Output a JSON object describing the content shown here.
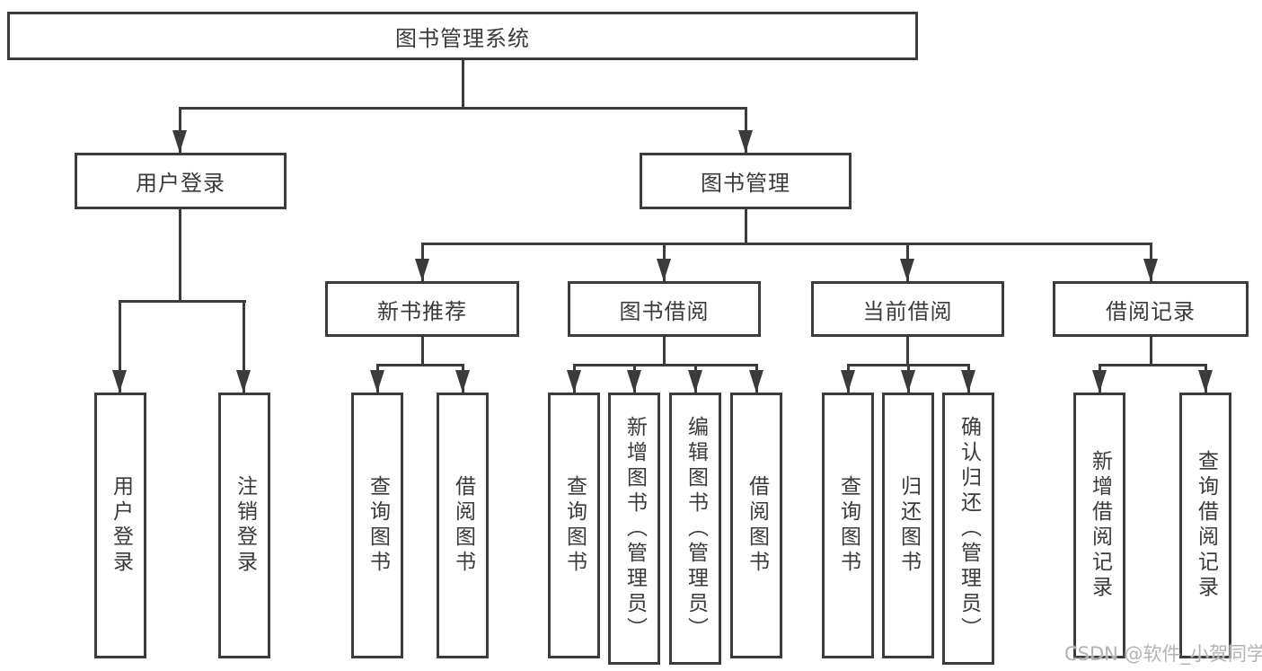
{
  "colors": {
    "line": "#3b3b3b",
    "text": "#3a3a3a",
    "watermark": "#b3b3b3",
    "background": "#ffffff"
  },
  "watermark": "CSDN @软件_小贺同学",
  "tree": {
    "root": {
      "label": "图书管理系统"
    },
    "branches": [
      {
        "label": "用户登录",
        "leaves": [
          {
            "label": "用户登录"
          },
          {
            "label": "注销登录"
          }
        ]
      },
      {
        "label": "图书管理",
        "sections": [
          {
            "label": "新书推荐",
            "leaves": [
              {
                "label": "查询图书"
              },
              {
                "label": "借阅图书"
              }
            ]
          },
          {
            "label": "图书借阅",
            "leaves": [
              {
                "label": "查询图书"
              },
              {
                "label": "新增图书（管理员）"
              },
              {
                "label": "编辑图书（管理员）"
              },
              {
                "label": "借阅图书"
              }
            ]
          },
          {
            "label": "当前借阅",
            "leaves": [
              {
                "label": "查询图书"
              },
              {
                "label": "归还图书"
              },
              {
                "label": "确认归还（管理员）"
              }
            ]
          },
          {
            "label": "借阅记录",
            "leaves": [
              {
                "label": "新增借阅记录"
              },
              {
                "label": "查询借阅记录"
              }
            ]
          }
        ]
      }
    ]
  }
}
